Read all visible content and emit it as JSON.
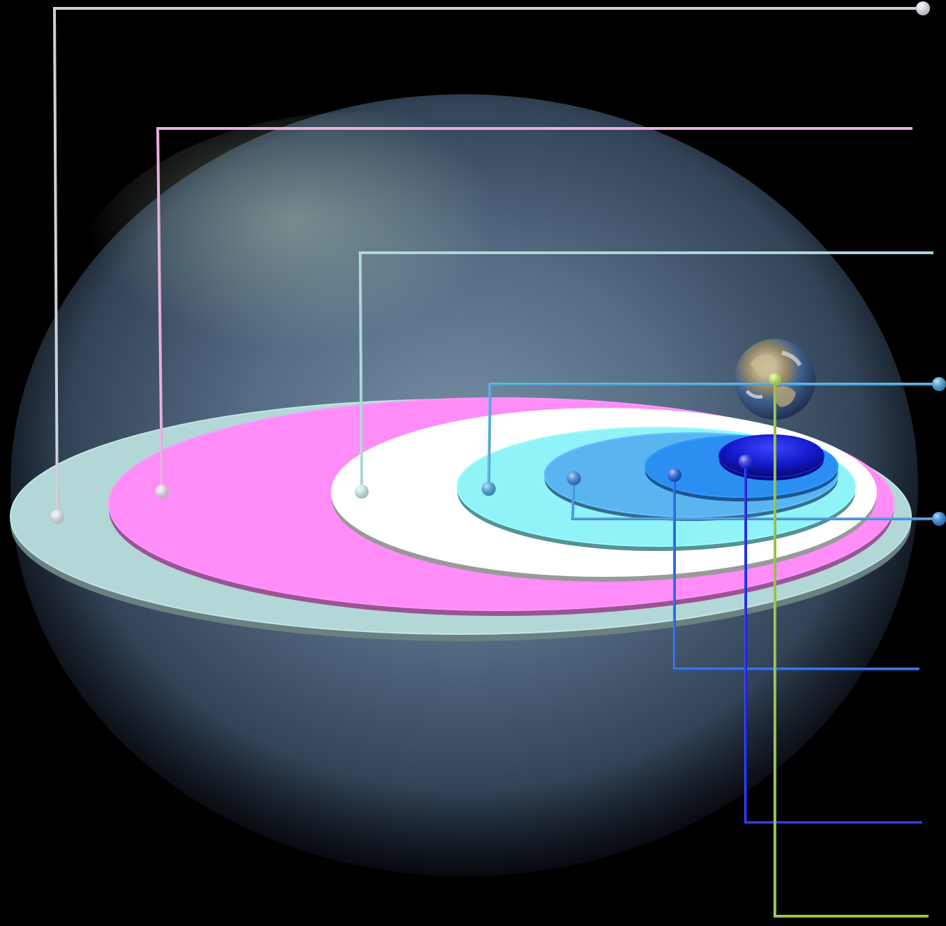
{
  "diagram": {
    "background_color": "#000000",
    "halo_color": "#6f8aa3",
    "earth_icon": "earth-globe-icon",
    "layers": [
      {
        "id": "outer-halo-disk",
        "fill": "#b3d6d6",
        "leader_color": "#c8cdd4",
        "marker_color": "#d9dde3"
      },
      {
        "id": "pink-disk",
        "fill": "#ff8cf7",
        "leader_color": "#e3a9dc",
        "marker_color": "#e6d3e6"
      },
      {
        "id": "white-disk",
        "fill": "#ffffff",
        "leader_color": "#a7d3d5",
        "marker_color": "#c7e6e6"
      },
      {
        "id": "cyan-disk",
        "fill": "#8ff3f7",
        "leader_color": "#4aa3d8",
        "marker_color": "#3d9dd1"
      },
      {
        "id": "light-blue-disk",
        "fill": "#59b4f0",
        "leader_color": "#3f8fe0",
        "marker_color": "#2f7fd6"
      },
      {
        "id": "blue-disk",
        "fill": "#2b8ff2",
        "leader_color": "#1f5fe0",
        "marker_color": "#1a56d6"
      },
      {
        "id": "dark-blue-disk",
        "fill": "#1418c8",
        "leader_color": "#1620d8",
        "marker_color": "#2026e0"
      },
      {
        "id": "earth-marker",
        "fill": "#8bbd3a",
        "leader_color": "#8fbd3f",
        "marker_color": "#b5e05a"
      }
    ]
  }
}
